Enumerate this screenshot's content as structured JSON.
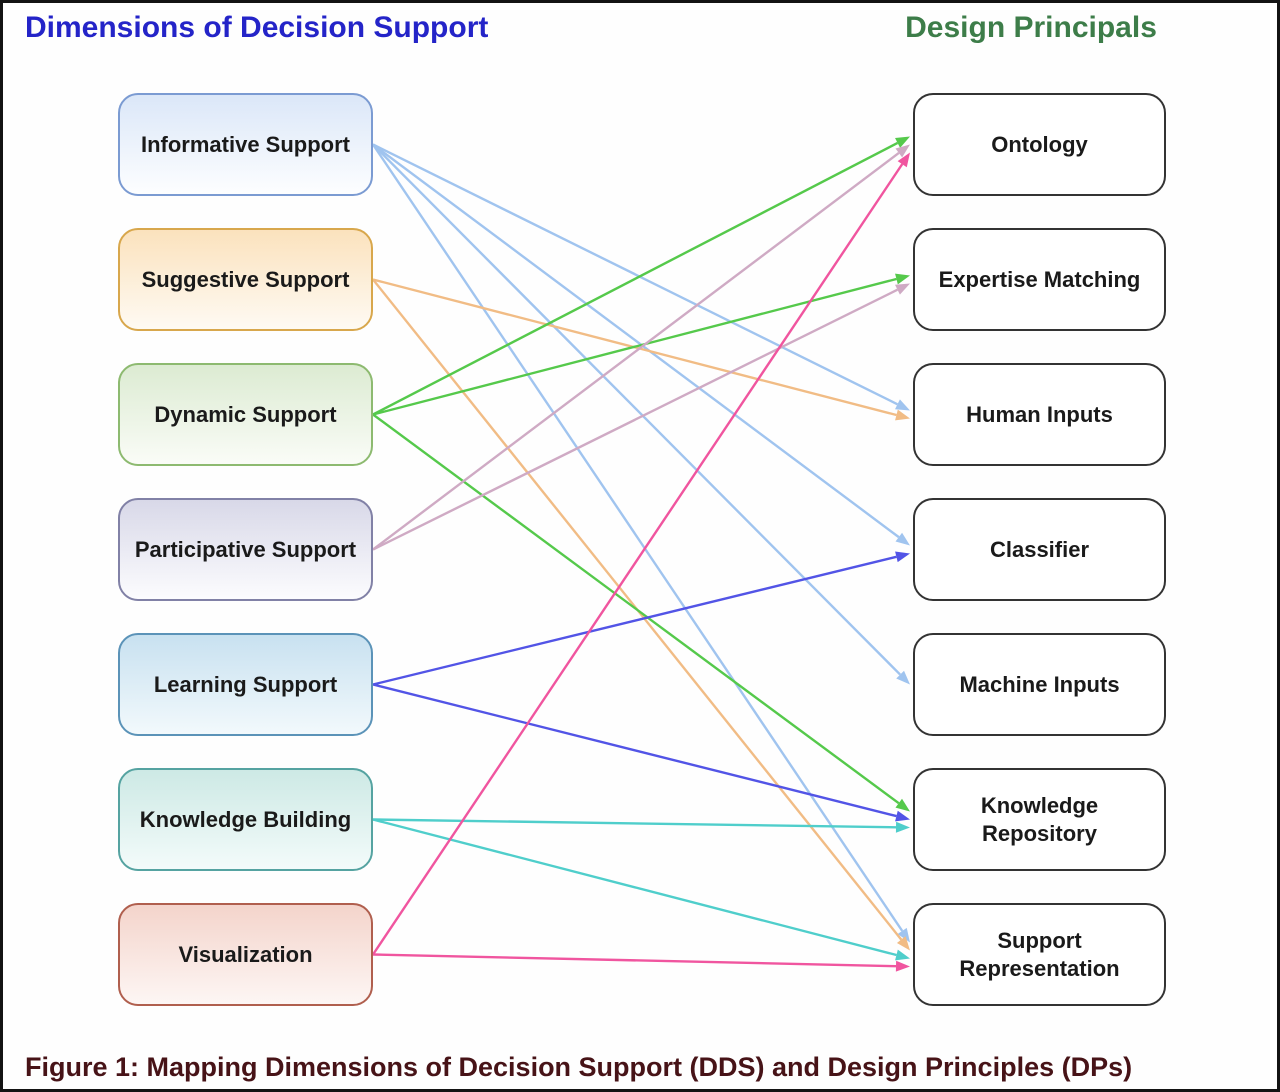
{
  "titles": {
    "left": "Dimensions of Decision Support",
    "right": "Design Principals",
    "left_color": "#2424c8",
    "right_color": "#3d7d49"
  },
  "caption": {
    "text": "Figure 1: Mapping Dimensions of Decision Support (DDS) and Design Principles (DPs)",
    "color": "#471317"
  },
  "left_nodes": [
    {
      "id": "informative",
      "label": "Informative Support",
      "border": "#7b9bd2",
      "fill_top": "#dbe7f8",
      "fill_bottom": "#fdfeff",
      "line": "#a0c4ef"
    },
    {
      "id": "suggestive",
      "label": "Suggestive Support",
      "border": "#d8a74c",
      "fill_top": "#fbe2bd",
      "fill_bottom": "#fefaf3",
      "line": "#f1bc85"
    },
    {
      "id": "dynamic",
      "label": "Dynamic Support",
      "border": "#8dba70",
      "fill_top": "#dcebd2",
      "fill_bottom": "#fafcf7",
      "line": "#55c94b"
    },
    {
      "id": "participative",
      "label": "Participative Support",
      "border": "#8181a6",
      "fill_top": "#d8d8e8",
      "fill_bottom": "#fcfcfe",
      "line": "#cfaac4"
    },
    {
      "id": "learning",
      "label": "Learning Support",
      "border": "#5b93b8",
      "fill_top": "#c8e1f0",
      "fill_bottom": "#f2f9fc",
      "line": "#5254e6"
    },
    {
      "id": "knowledge_building",
      "label": "Knowledge Building",
      "border": "#55a3a1",
      "fill_top": "#cde9e5",
      "fill_bottom": "#f3fbfa",
      "line": "#4fcecb"
    },
    {
      "id": "visualization",
      "label": "Visualization",
      "border": "#b05f4e",
      "fill_top": "#f4d4cb",
      "fill_bottom": "#fdf6f4",
      "line": "#f0559f"
    }
  ],
  "right_nodes": [
    {
      "id": "ontology",
      "label": "Ontology"
    },
    {
      "id": "expertise_matching",
      "label": "Expertise Matching"
    },
    {
      "id": "human_inputs",
      "label": "Human Inputs"
    },
    {
      "id": "classifier",
      "label": "Classifier"
    },
    {
      "id": "machine_inputs",
      "label": "Machine Inputs"
    },
    {
      "id": "knowledge_repository",
      "label": "Knowledge Repository"
    },
    {
      "id": "support_representation",
      "label": "Support Representation"
    }
  ],
  "connections": [
    {
      "from": "informative",
      "to": "human_inputs"
    },
    {
      "from": "informative",
      "to": "classifier"
    },
    {
      "from": "informative",
      "to": "machine_inputs"
    },
    {
      "from": "informative",
      "to": "support_representation"
    },
    {
      "from": "suggestive",
      "to": "human_inputs"
    },
    {
      "from": "suggestive",
      "to": "support_representation"
    },
    {
      "from": "dynamic",
      "to": "ontology"
    },
    {
      "from": "dynamic",
      "to": "expertise_matching"
    },
    {
      "from": "dynamic",
      "to": "knowledge_repository"
    },
    {
      "from": "participative",
      "to": "ontology"
    },
    {
      "from": "participative",
      "to": "expertise_matching"
    },
    {
      "from": "learning",
      "to": "classifier"
    },
    {
      "from": "learning",
      "to": "knowledge_repository"
    },
    {
      "from": "knowledge_building",
      "to": "knowledge_repository"
    },
    {
      "from": "knowledge_building",
      "to": "support_representation"
    },
    {
      "from": "visualization",
      "to": "ontology"
    },
    {
      "from": "visualization",
      "to": "support_representation"
    }
  ]
}
